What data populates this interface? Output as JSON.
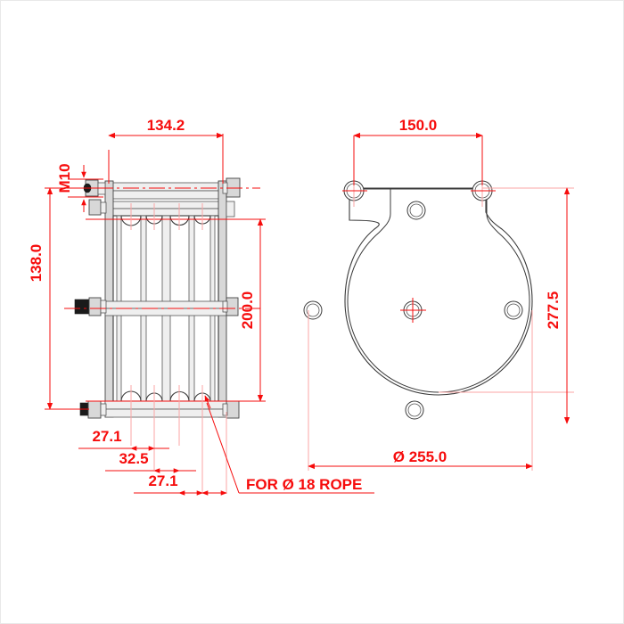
{
  "drawing": {
    "type": "engineering-drawing",
    "title": "Rope sheave block assembly",
    "views": [
      {
        "name": "front-view",
        "position": "left"
      },
      {
        "name": "side-view",
        "position": "right"
      }
    ],
    "colors": {
      "dimension": "#f60c0c",
      "outline": "#3a3a3a",
      "hatch": "#9a9a9a",
      "background": "#ffffff",
      "border": "#e9e9e9"
    },
    "dimensions": {
      "width_overall": "134.2",
      "thread": "M10",
      "height_left": "138.0",
      "height_center": "200.0",
      "pitch_1": "27.1",
      "pitch_2": "32.5",
      "pitch_3": "27.1",
      "bolt_spacing": "150.0",
      "plate_height": "277.5",
      "plate_diameter": "Ø 255.0"
    },
    "notes": {
      "rope_note": "FOR Ø 18 ROPE"
    }
  }
}
